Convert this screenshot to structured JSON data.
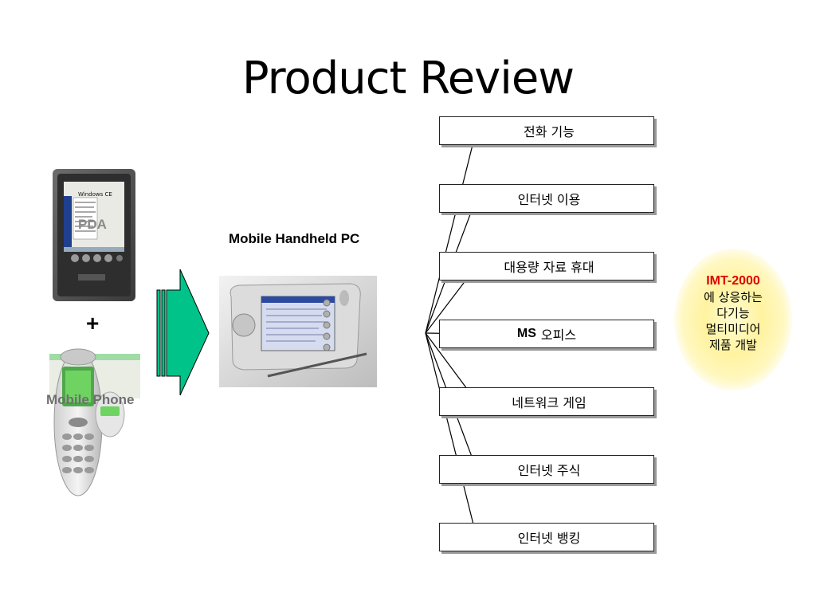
{
  "title": "Product Review",
  "labels": {
    "pda": "PDA",
    "plus": "+",
    "mobile_phone": "Mobile Phone",
    "handheld_pc": "Mobile Handheld PC",
    "windows_ce": "Windows CE"
  },
  "features": [
    {
      "bold": "",
      "text": "전화 기능"
    },
    {
      "bold": "",
      "text": "인터넷 이용"
    },
    {
      "bold": "",
      "text": "대용량 자료 휴대"
    },
    {
      "bold": "MS",
      "text": "오피스"
    },
    {
      "bold": "",
      "text": "네트워크 게임"
    },
    {
      "bold": "",
      "text": "인터넷 주식"
    },
    {
      "bold": "",
      "text": "인터넷 뱅킹"
    }
  ],
  "imt": {
    "title": "IMT-2000",
    "line1": "에 상응하는",
    "line2": "다기능",
    "line3": "멀티미디어",
    "line4": "제품 개발"
  },
  "colors": {
    "arrow_fill": "#00c38a",
    "imt_title": "#e00000"
  }
}
